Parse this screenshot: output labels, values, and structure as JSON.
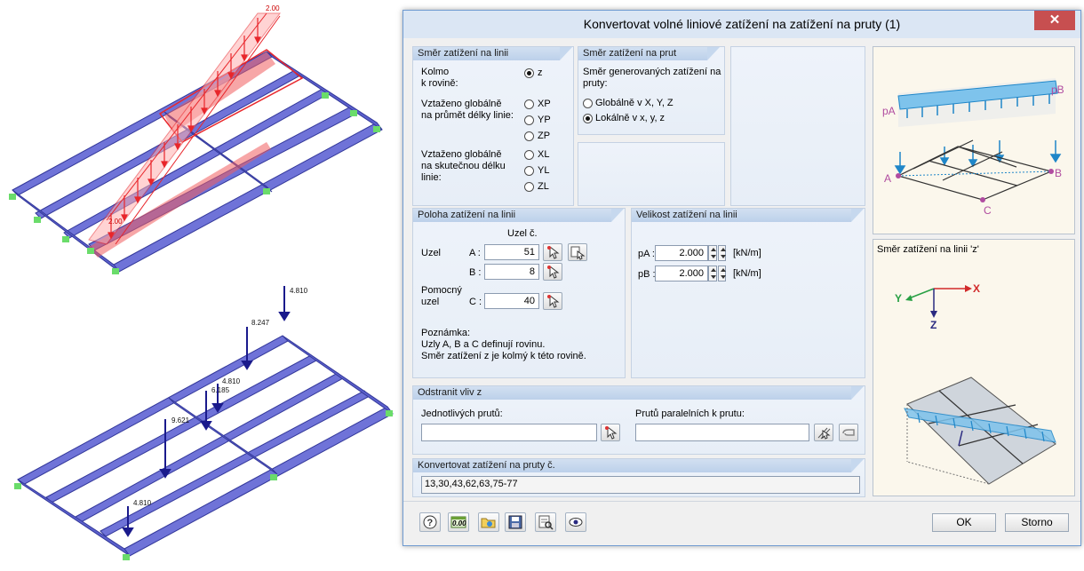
{
  "left_view": {
    "top_labels": [
      "2.00",
      "2.00"
    ],
    "bottom_labels": [
      "4.810",
      "8.247",
      "4.810",
      "6.185",
      "9.621",
      "4.810"
    ]
  },
  "dialog": {
    "title": "Konvertovat volné liniové zatížení na zatížení na pruty   (1)",
    "close_glyph": "✕",
    "direction_panel": {
      "header": "Směr zatížení na linii",
      "perpendicular_label_1": "Kolmo",
      "perpendicular_label_2": "k rovině:",
      "perpendicular_option": "z",
      "projected_label_1": "Vztaženo globálně",
      "projected_label_2": "na průmět délky linie:",
      "projected_options": [
        "XP",
        "YP",
        "ZP"
      ],
      "true_label_1": "Vztaženo globálně",
      "true_label_2": "na skutečnou délku",
      "true_label_3": "linie:",
      "true_options": [
        "XL",
        "YL",
        "ZL"
      ],
      "selected": "z"
    },
    "member_direction_panel": {
      "header": "Směr zatížení na prut",
      "desc_1": "Směr generovaných zatížení na",
      "desc_2": "pruty:",
      "option_global": "Globálně v X, Y, Z",
      "option_local": "Lokálně v x, y, z",
      "selected": "local"
    },
    "position_panel": {
      "header": "Poloha zatížení na linii",
      "node_no_label": "Uzel č.",
      "node_label": "Uzel",
      "aux_label_1": "Pomocný",
      "aux_label_2": "uzel",
      "a_label": "A :",
      "b_label": "B :",
      "c_label": "C :",
      "a_value": "51",
      "b_value": "8",
      "c_value": "40",
      "note_1": "Poznámka:",
      "note_2": "Uzly A, B a C definují rovinu.",
      "note_3": "Směr zatížení z je kolmý k této rovině."
    },
    "magnitude_panel": {
      "header": "Velikost zatížení na linii",
      "pa_label": "pA :",
      "pb_label": "pB :",
      "pa_value": "2.000",
      "pb_value": "2.000",
      "pa_unit": "[kN/m]",
      "pb_unit": "[kN/m]"
    },
    "remove_panel": {
      "header": "Odstranit vliv z",
      "single_label": "Jednotlivých prutů:",
      "parallel_label": "Prutů paralelních k prutu:",
      "single_value": "",
      "parallel_value": ""
    },
    "convert_panel": {
      "header": "Konvertovat zatížení na pruty č.",
      "value": "13,30,43,62,63,75-77"
    },
    "image_panel_1": {
      "label_pa": "pA",
      "label_pb": "pB",
      "label_a": "A",
      "label_b": "B",
      "label_c": "C"
    },
    "image_panel_2": {
      "caption": "Směr zatížení na linii 'z'",
      "axis_x": "X",
      "axis_y": "Y",
      "axis_z": "Z"
    },
    "footer": {
      "ok_label": "OK",
      "cancel_label": "Storno",
      "toolbar_icons": [
        "help-icon",
        "units-icon",
        "open-icon",
        "save-icon",
        "select-icon",
        "view-icon"
      ],
      "units_text": "0.00"
    }
  }
}
